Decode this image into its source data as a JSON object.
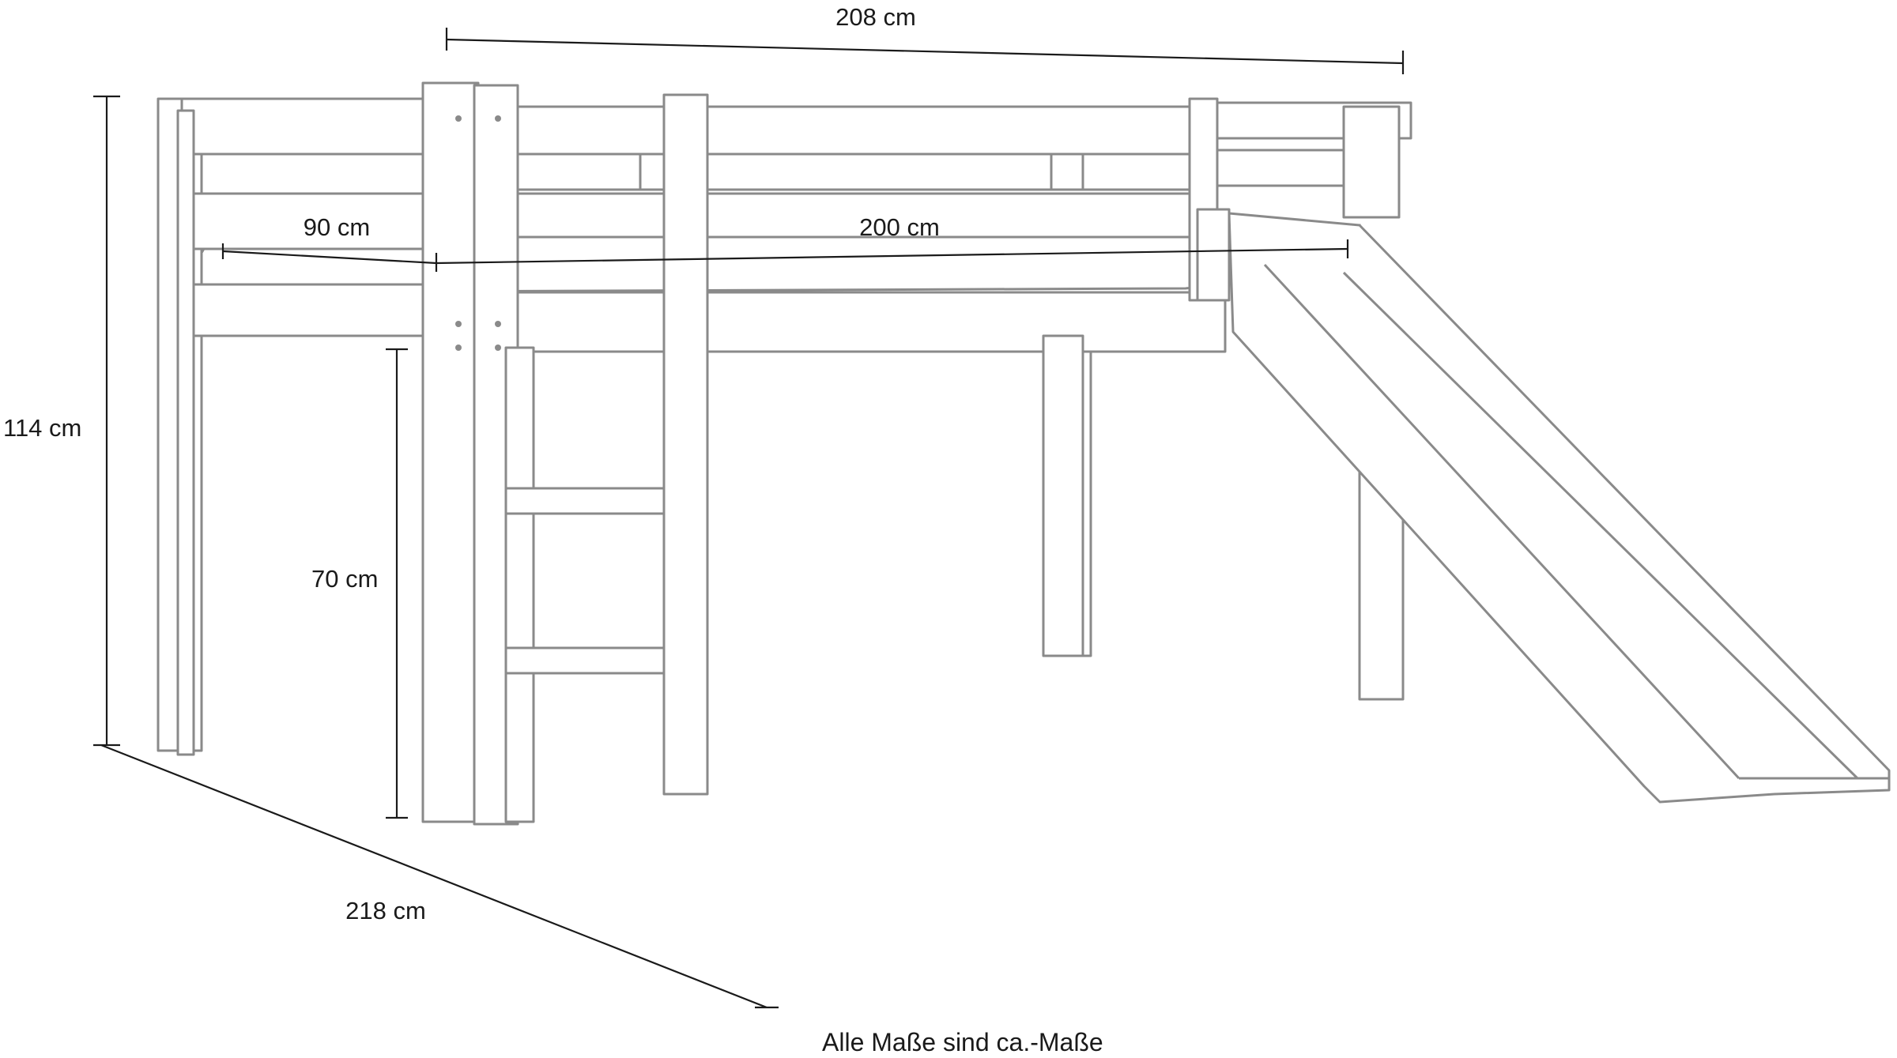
{
  "dimensions": {
    "total_length": "208 cm",
    "total_height": "114 cm",
    "mattress_width": "90 cm",
    "mattress_length": "200 cm",
    "clearance_height": "70 cm",
    "length_with_slide": "218 cm"
  },
  "note": "Alle Maße sind ca.-Maße",
  "colors": {
    "outline": "#8a8a8a",
    "dimension_lines": "#1a1a1a",
    "background": "#ffffff"
  }
}
